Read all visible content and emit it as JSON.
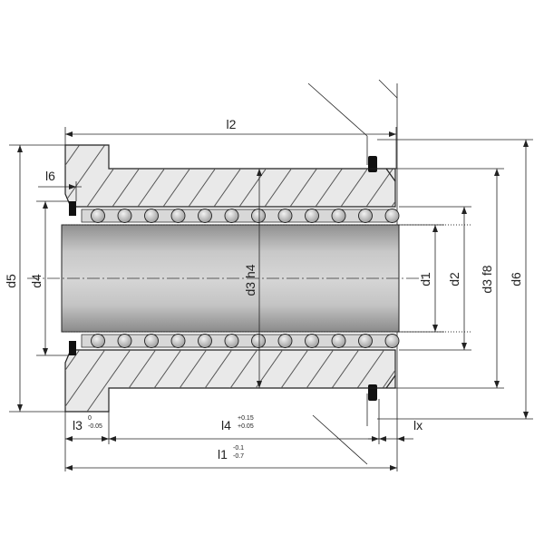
{
  "drawing": {
    "dimensions": {
      "l2": "l2",
      "l6": "l6",
      "d5": "d5",
      "d4": "d4",
      "d3": "d3 h4",
      "d1": "d1",
      "d2": "d2",
      "d3f8": "d3 f8",
      "d6": "d6",
      "l3": {
        "label": "l3",
        "upper": "0",
        "lower": "-0.05"
      },
      "l4": {
        "label": "l4",
        "upper": "+0.15",
        "lower": "+0.05"
      },
      "lx": "lx",
      "l1": {
        "label": "l1",
        "upper": "-0.1",
        "lower": "-0.7"
      }
    },
    "colors": {
      "shaft": "#b9b9b9",
      "shaft_dark": "#8e8e8e",
      "housing": "#e9e9e9",
      "ball": "#c6c6c6",
      "seal": "#111111",
      "line": "#222222"
    },
    "ball_count_per_row": 12
  }
}
